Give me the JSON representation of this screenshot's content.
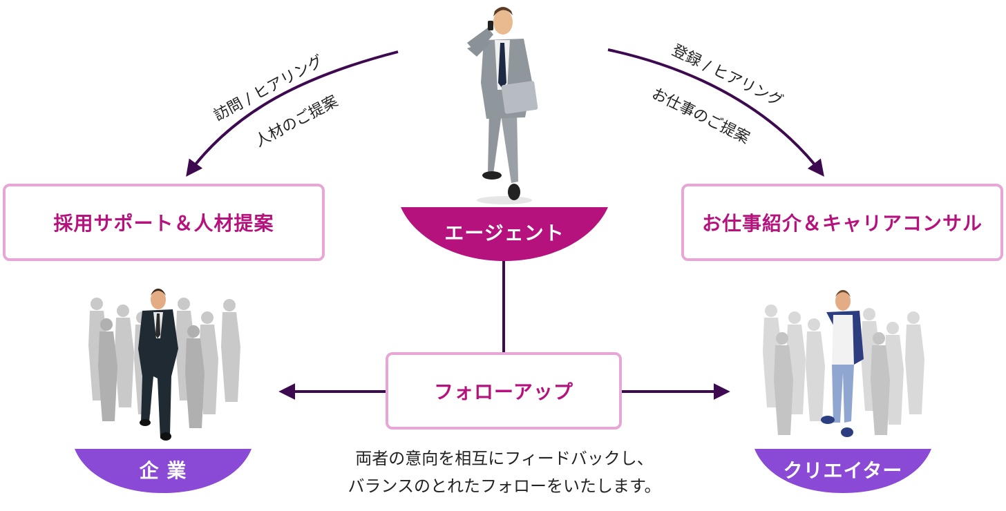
{
  "colors": {
    "magenta": "#b5127e",
    "box_border": "#e6a6d6",
    "arrow": "#3d0a50",
    "purple": "#8a4ad6"
  },
  "agent": {
    "label": "エージェント",
    "icon": "agent-person-icon"
  },
  "left_box": {
    "label": "採用サポート＆人材提案"
  },
  "right_box": {
    "label": "お仕事紹介＆キャリアコンサル"
  },
  "follow_box": {
    "label": "フォローアップ"
  },
  "company": {
    "label": "企 業",
    "icon": "businessman-group-icon"
  },
  "creator": {
    "label": "クリエイター",
    "icon": "creator-group-icon"
  },
  "left_arrow_labels": {
    "line1": "訪問 / ヒアリング",
    "line2": "人材のご提案"
  },
  "right_arrow_labels": {
    "line1": "登録 / ヒアリング",
    "line2": "お仕事のご提案"
  },
  "caption": {
    "line1": "両者の意向を相互にフィードバックし、",
    "line2": "バランスのとれたフォローをいたします。"
  }
}
